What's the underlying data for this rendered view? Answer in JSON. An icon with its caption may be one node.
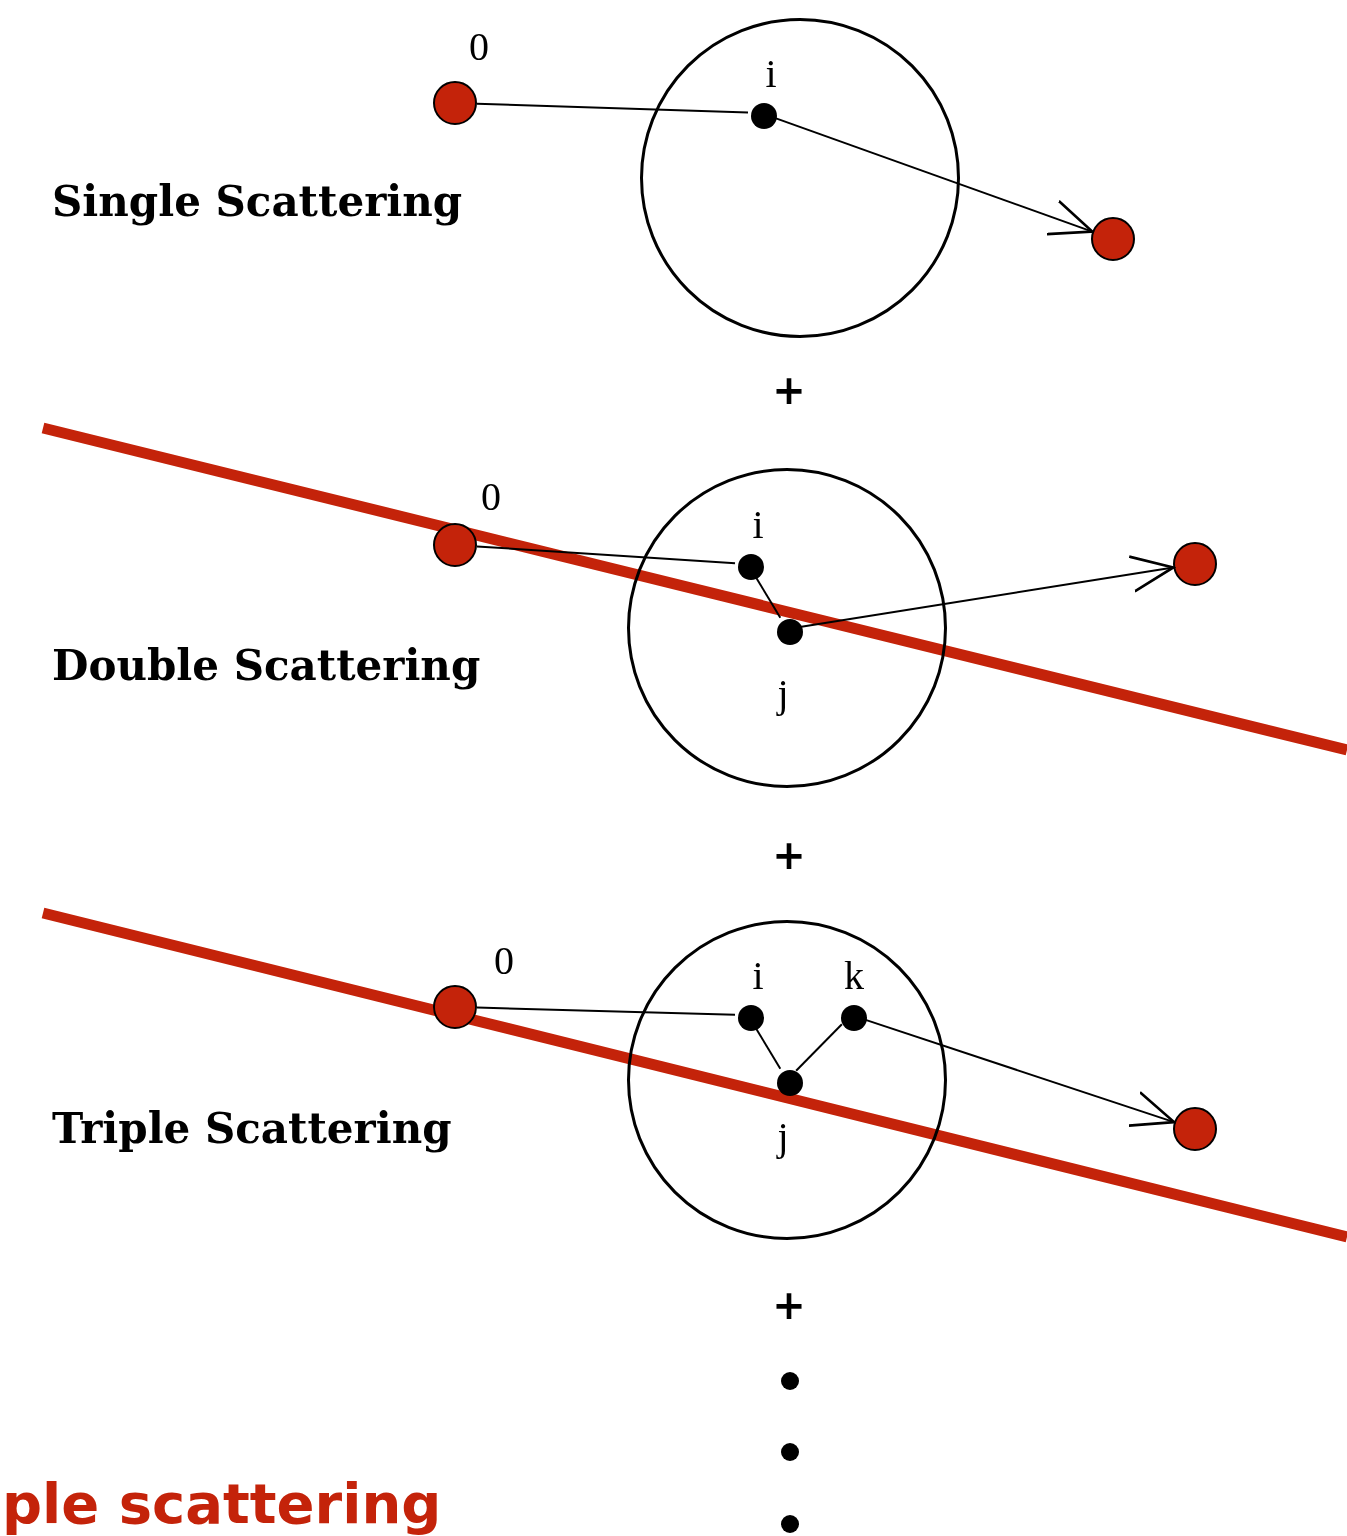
{
  "diagram": {
    "nodes": [
      {
        "text": [],
        "shape": "circle",
        "beside": [
          "0"
        ]
      },
      {
        "text": [],
        "shape": "circle"
      },
      {
        "text": [],
        "shape": "circle",
        "in": 1,
        "beside": [
          "i"
        ]
      },
      {
        "text": [],
        "shape": "circle"
      },
      {
        "text": [],
        "shape": "circle",
        "beside": [
          "0"
        ]
      },
      {
        "text": [],
        "shape": "circle"
      },
      {
        "text": [],
        "shape": "circle",
        "in": 5,
        "beside": [
          "i"
        ]
      },
      {
        "text": [],
        "shape": "circle",
        "in": 5,
        "beside": [
          "j"
        ]
      },
      {
        "text": [],
        "shape": "circle"
      },
      {
        "text": [],
        "shape": "circle",
        "beside": [
          "0"
        ]
      },
      {
        "text": [],
        "shape": "circle"
      },
      {
        "text": [],
        "shape": "circle",
        "in": 10,
        "beside": [
          "i"
        ]
      },
      {
        "text": [],
        "shape": "circle",
        "in": 10,
        "beside": [
          "j"
        ]
      },
      {
        "text": [],
        "shape": "circle",
        "in": 10,
        "beside": [
          "k"
        ]
      },
      {
        "text": [],
        "shape": "circle"
      }
    ],
    "edges": [
      {
        "from": 0,
        "to": 2,
        "arrow": "none"
      },
      {
        "from": 2,
        "to": 3,
        "arrow": "to"
      },
      {
        "from": 4,
        "to": 6,
        "arrow": "none"
      },
      {
        "from": 6,
        "to": 7,
        "arrow": "none"
      },
      {
        "from": 7,
        "to": 8,
        "arrow": "to"
      },
      {
        "from": 9,
        "to": 11,
        "arrow": "none"
      },
      {
        "from": 11,
        "to": 12,
        "arrow": "none"
      },
      {
        "from": 12,
        "to": 13,
        "arrow": "none"
      },
      {
        "from": 13,
        "to": 14,
        "arrow": "to"
      }
    ],
    "labels": [
      "Single Scattering",
      "+",
      "Double Scattering",
      "+",
      "Triple Scattering",
      "+",
      "ple scattering"
    ]
  }
}
